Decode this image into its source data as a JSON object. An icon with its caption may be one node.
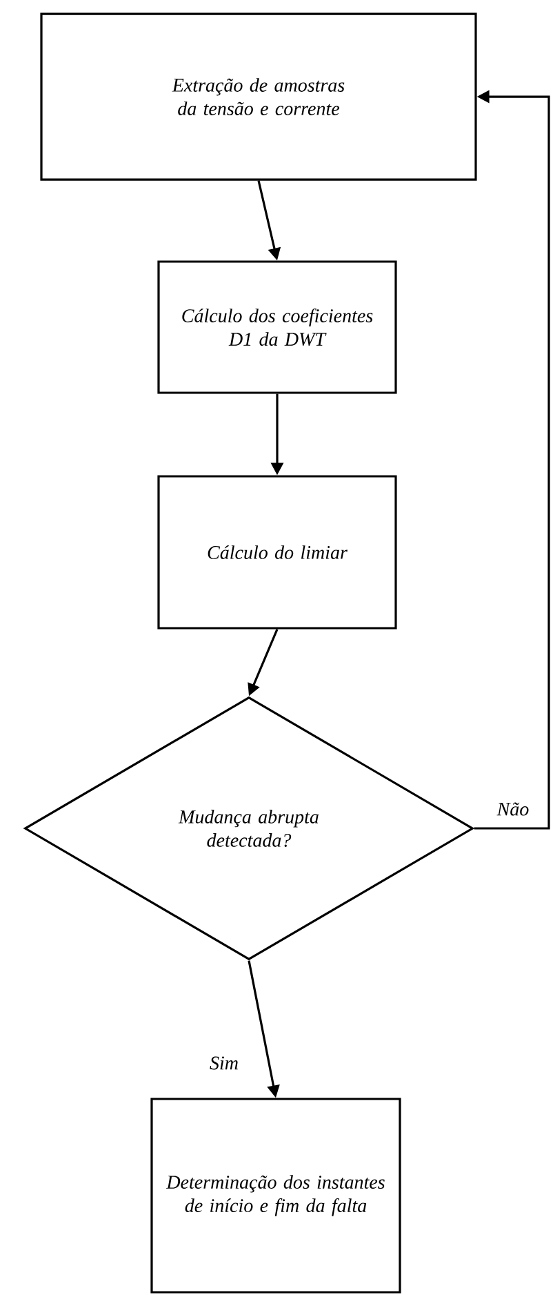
{
  "diagram": {
    "nodes": [
      {
        "text": [
          "Extração de amostras da tensão e corrente"
        ]
      },
      {
        "text": [
          "Cálculo dos coeficientes  D1 da DWT"
        ]
      },
      {
        "text": [
          "Cálculo do limiar"
        ]
      },
      {
        "text": [
          "Mudança abrupta detectada?"
        ]
      },
      {
        "text": [
          "Determinação dos instantes de início e fim da falta"
        ]
      }
    ],
    "edges": [
      {
        "from": 0,
        "to": 1,
        "arrow": "to"
      },
      {
        "from": 1,
        "to": 2,
        "arrow": "to"
      },
      {
        "from": 2,
        "to": 3,
        "arrow": "to"
      },
      {
        "from": 3,
        "to": 4,
        "arrow": "to",
        "label": "Sim"
      },
      {
        "from": 3,
        "to": 0,
        "arrow": "to",
        "label": "Não"
      }
    ]
  }
}
